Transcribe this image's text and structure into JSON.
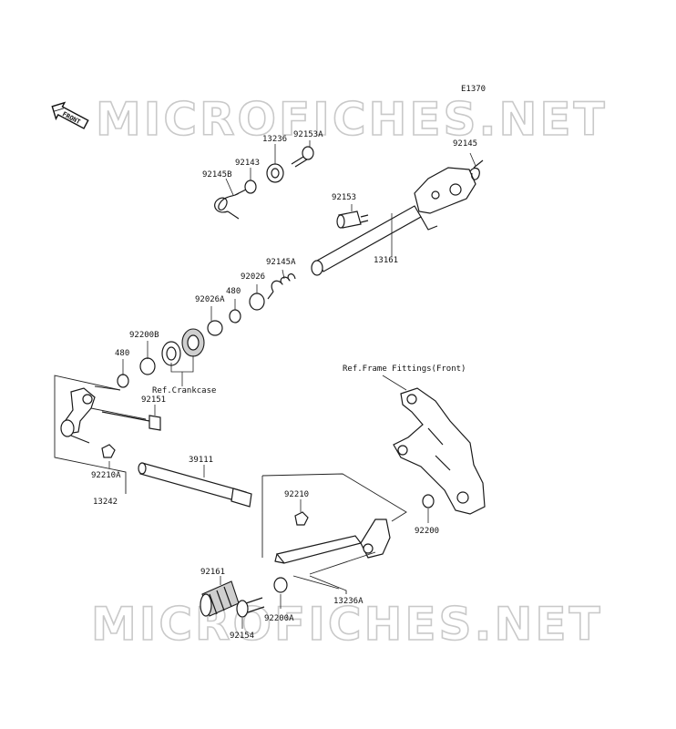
{
  "diagram_code": "E1370",
  "front_indicator": "FRONT",
  "watermark": "MICROFICHES.NET",
  "labels": {
    "p92153A": "92153A",
    "p13236": "13236",
    "p92143": "92143",
    "p92145B": "92145B",
    "p92145": "92145",
    "p92153": "92153",
    "p13161": "13161",
    "p92145A": "92145A",
    "p92026": "92026",
    "p480a": "480",
    "p92026A": "92026A",
    "p92200B": "92200B",
    "p480b": "480",
    "ref_crankcase": "Ref.Crankcase",
    "p92151": "92151",
    "ref_frame": "Ref.Frame Fittings(Front)",
    "p39111": "39111",
    "p92210A": "92210A",
    "p13242": "13242",
    "p92210": "92210",
    "p92200": "92200",
    "p92161": "92161",
    "p13236A": "13236A",
    "p92200A": "92200A",
    "p92154": "92154"
  }
}
